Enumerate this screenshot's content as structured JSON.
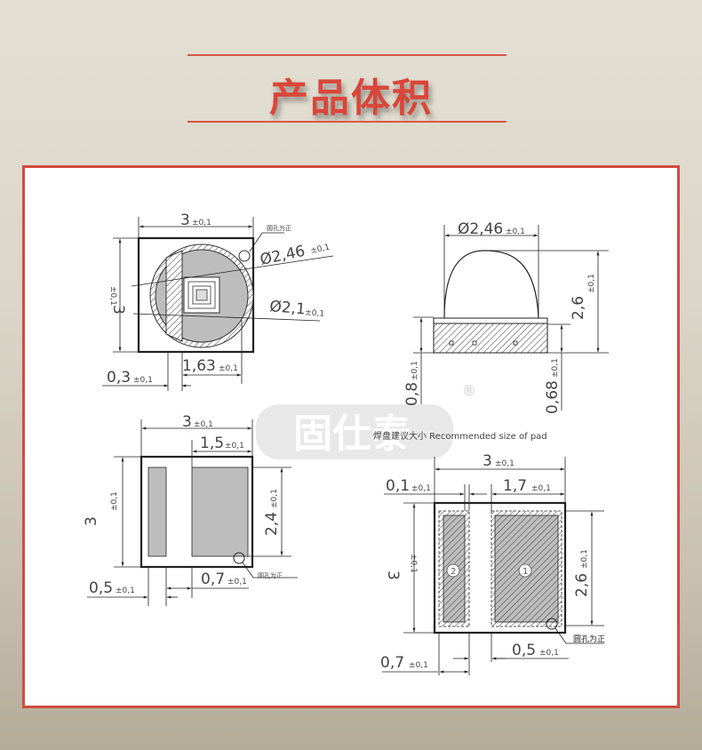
{
  "header": {
    "title": "产品体积"
  },
  "colors": {
    "accent": "#d9463a",
    "frame_border": "#d24b3e",
    "pad_fill": "#b8b8b8",
    "line": "#333333"
  },
  "watermark": {
    "brand": "固仕泰",
    "registered_mark": "®"
  },
  "views": {
    "top_view": {
      "width_label": "3",
      "width_tol": "±0,1",
      "height_label": "3",
      "height_tol": "±0,1",
      "lens_outer_dia": "Ø2,46",
      "lens_outer_tol": "±0,1",
      "lens_inner_dia": "Ø2,1",
      "lens_inner_tol": "±0,1",
      "offset_label": "1,63",
      "offset_tol": "±0,1",
      "gap_label": "0,3",
      "gap_tol": "±0,1",
      "polarity_note": "圆孔为正"
    },
    "side_view": {
      "dome_dia": "Ø2,46",
      "dome_tol": "±0,1",
      "total_height": "2,6",
      "total_height_tol": "±0,1",
      "base_height": "0,8",
      "base_height_tol": "±0,1",
      "substrate_height": "0,68",
      "substrate_height_tol": "±0,1"
    },
    "bottom_view": {
      "width_label": "3",
      "width_tol": "±0,1",
      "height_label": "3",
      "height_tol": "±0,1",
      "pad_width": "1,5",
      "pad_width_tol": "±0,1",
      "pad_height": "2,4",
      "pad_height_tol": "±0,1",
      "small_pad_width": "0,5",
      "small_pad_width_tol": "±0,1",
      "pad_gap": "0,7",
      "pad_gap_tol": "±0,1",
      "polarity_note": "圆孔为正"
    },
    "pad_layout": {
      "caption": "焊盘建议大小 Recommended size of pad",
      "width_label": "3",
      "width_tol": "±0,1",
      "height_label": "3",
      "height_tol": "±0,1",
      "edge_gap": "0,1",
      "edge_gap_tol": "±0,1",
      "big_pad_width": "1,7",
      "big_pad_width_tol": "±0,1",
      "big_pad_height": "2,6",
      "big_pad_height_tol": "±0,1",
      "small_pad_width": "0,7",
      "small_pad_width_tol": "±0,1",
      "pad_gap": "0,5",
      "pad_gap_tol": "±0,1",
      "pad_1_label": "1",
      "pad_2_label": "2",
      "polarity_note": "圆孔为正"
    }
  }
}
